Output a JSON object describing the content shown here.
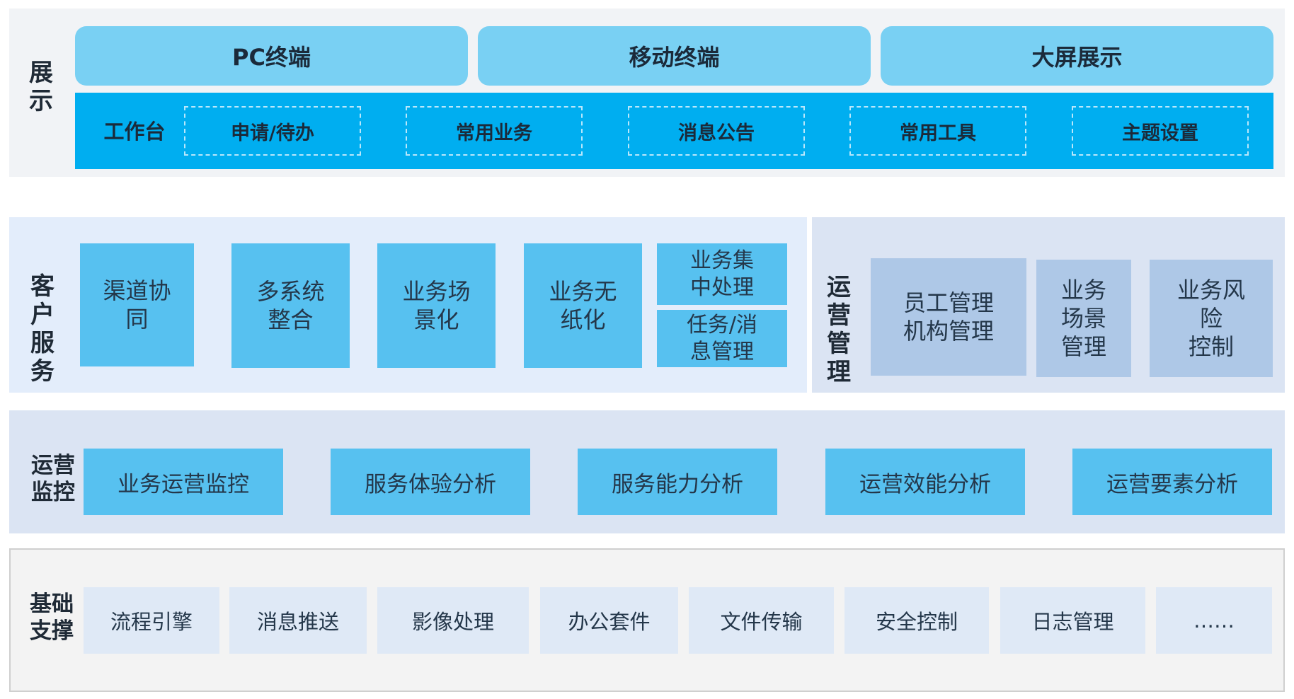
{
  "display": {
    "label": "展\n示",
    "terminals": [
      "PC终端",
      "移动终端",
      "大屏展示"
    ],
    "workbench": {
      "label": "工作台",
      "items": [
        "申请/待办",
        "常用业务",
        "消息公告",
        "常用工具",
        "主题设置"
      ]
    }
  },
  "customer_service": {
    "label": "客\n户\n服\n务",
    "items": [
      "渠道协\n同",
      "多系统\n整合",
      "业务场\n景化",
      "业务无\n纸化"
    ],
    "stacked": [
      "业务集\n中处理",
      "任务/消\n息管理"
    ]
  },
  "ops_management": {
    "label": "运\n营\n管\n理",
    "items": [
      "员工管理\n机构管理",
      "业务\n场景\n管理",
      "业务风\n险\n控制"
    ]
  },
  "ops_monitor": {
    "label": "运营\n监控",
    "items": [
      "业务运营监控",
      "服务体验分析",
      "服务能力分析",
      "运营效能分析",
      "运营要素分析"
    ]
  },
  "base_support": {
    "label": "基础\n支撑",
    "items": [
      "流程引擎",
      "消息推送",
      "影像处理",
      "办公套件",
      "文件传输",
      "安全控制",
      "日志管理",
      "……"
    ]
  }
}
